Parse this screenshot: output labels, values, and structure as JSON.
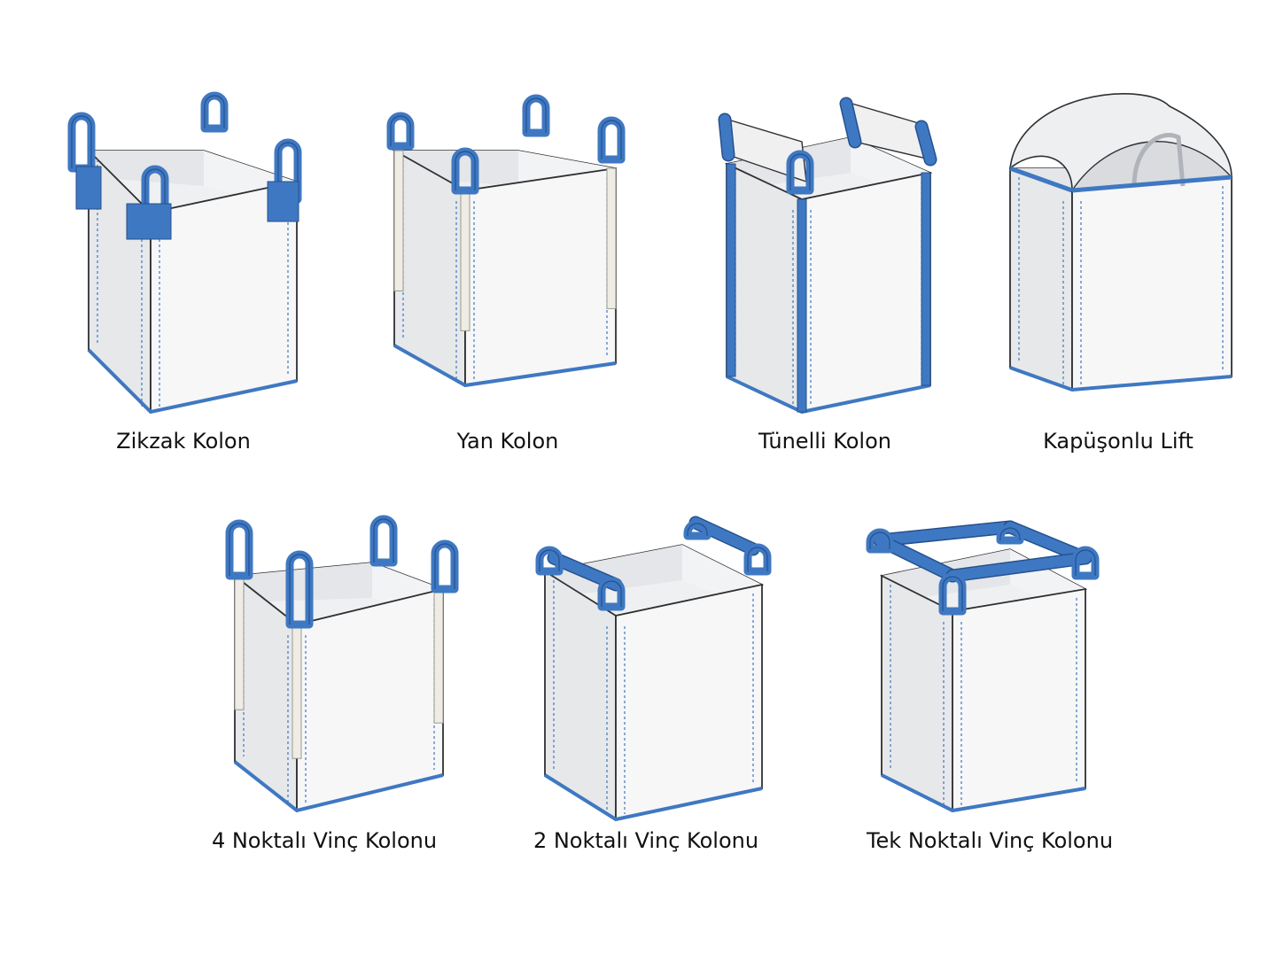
{
  "colors": {
    "strap": "#3f78c2",
    "strap_dark": "#24518f",
    "fabric": "#f7f7f8",
    "fabric_shade": "#e7e8ea",
    "interior": "#eff0f2",
    "outline": "#2f3033",
    "seam": "#3f78c2"
  },
  "bags": [
    {
      "id": "zikzak",
      "label": "Zikzak Kolon",
      "top_style": "loops-patched",
      "corner": "plain"
    },
    {
      "id": "yan",
      "label": "Yan Kolon",
      "top_style": "loops",
      "corner": "belt-white"
    },
    {
      "id": "tunelli",
      "label": "Tünelli Kolon",
      "top_style": "tunnel",
      "corner": "belt-blue"
    },
    {
      "id": "kapusonlu",
      "label": "Kapüşonlu Lift",
      "top_style": "hood",
      "corner": "plain"
    },
    {
      "id": "vinc4",
      "label": "4 Noktalı Vinç Kolonu",
      "top_style": "loops",
      "corner": "belt-white"
    },
    {
      "id": "vinc2",
      "label": "2 Noktalı Vinç Kolonu",
      "top_style": "bars-two",
      "corner": "plain"
    },
    {
      "id": "vinctek",
      "label": "Tek Noktalı Vinç Kolonu",
      "top_style": "bars-frame",
      "corner": "plain"
    }
  ]
}
